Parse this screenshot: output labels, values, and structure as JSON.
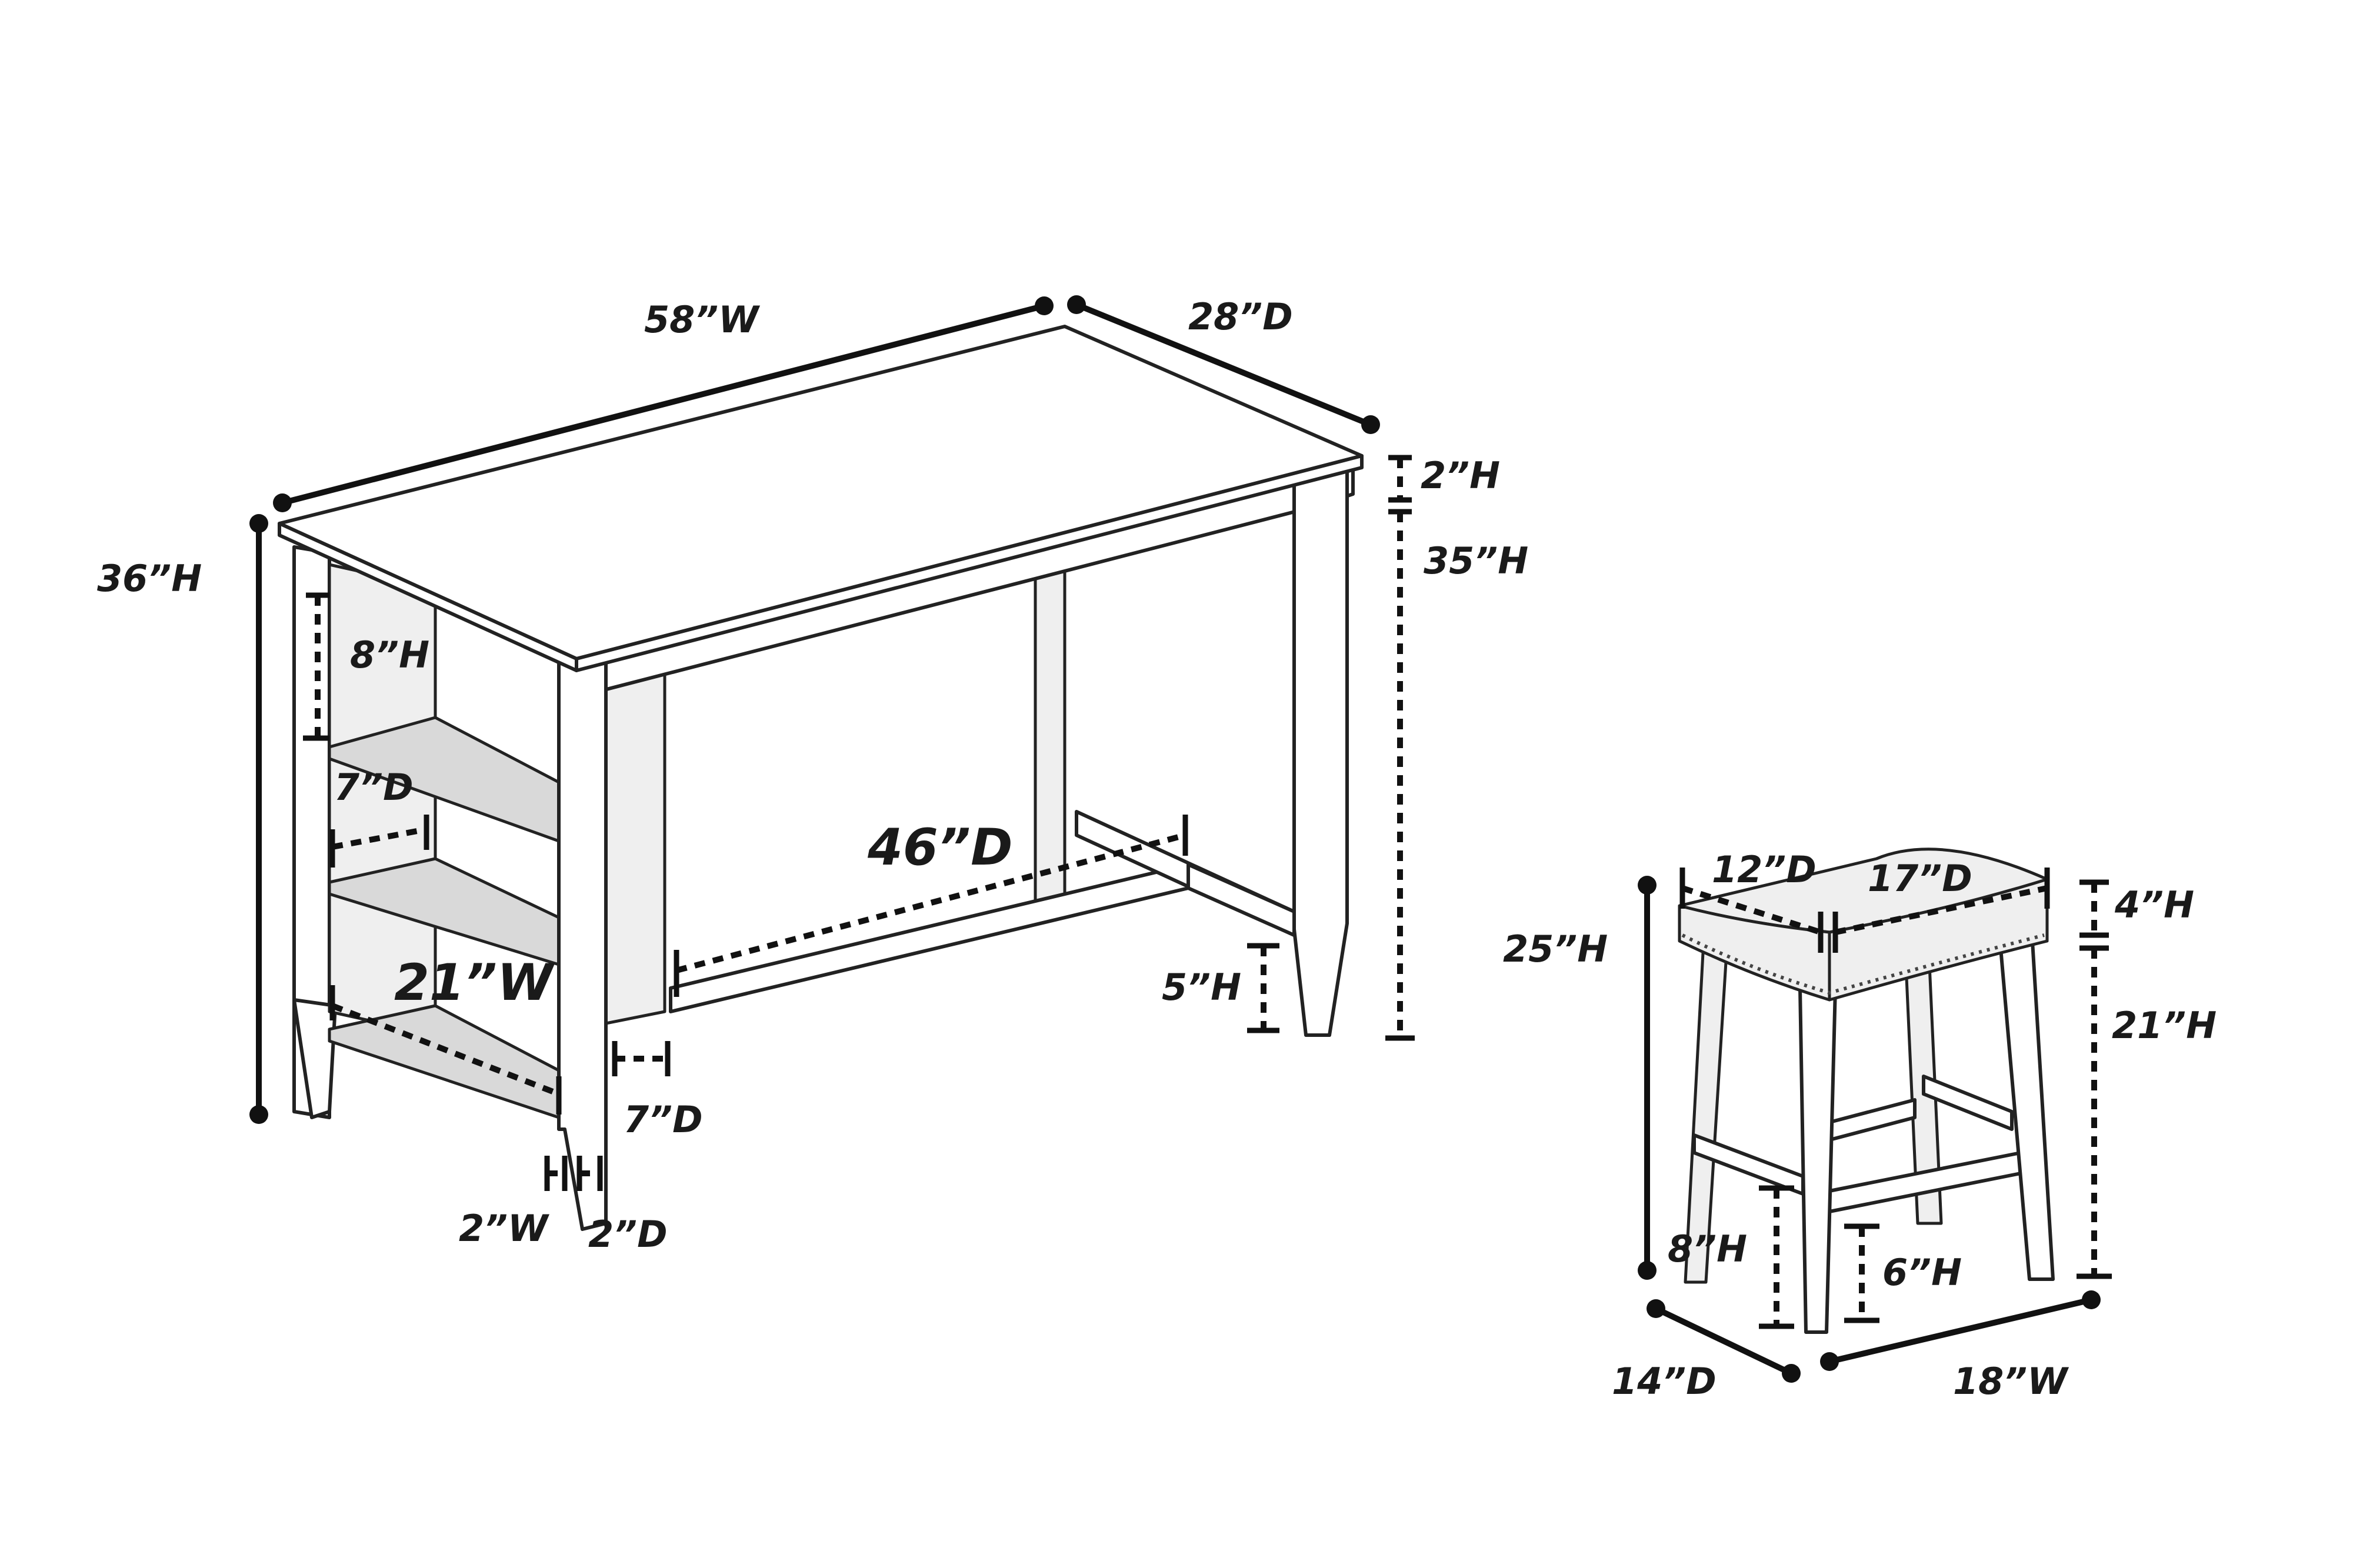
{
  "table": {
    "width": "58”W",
    "depth": "28”D",
    "height": "36”H",
    "top_thickness": "2”H",
    "under_top_height": "35”H",
    "shelf_spacing": "8”H",
    "shelf_depth_top": "7”D",
    "shelf_width": "21”W",
    "stretcher_length": "46”D",
    "stretcher_height": "5”H",
    "panel_depth": "7”D",
    "leg_width": "2”W",
    "leg_depth": "2”D"
  },
  "stool": {
    "height": "25”H",
    "seat_depth": "12”D",
    "seat_width": "17”D",
    "seat_thickness": "4”H",
    "under_seat_height": "21”H",
    "front_rung_height": "8”H",
    "side_rung_height": "6”H",
    "depth": "14”D",
    "width": "18”W"
  }
}
